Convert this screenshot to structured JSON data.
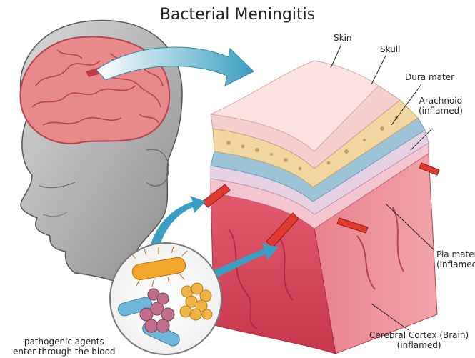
{
  "title": "Bacterial Meningitis",
  "labels": {
    "skin": "Skin",
    "skull": "Skull",
    "dura": "Dura mater",
    "arachnoid": [
      "Arachnoid",
      "(inflamed)"
    ],
    "pia": [
      "Pia mater",
      "(inflamed)"
    ],
    "cortex": [
      "Cerebral Cortex (Brain)",
      "(inflamed)"
    ],
    "pathogens": [
      "pathogenic agents",
      "enter through the blood"
    ]
  },
  "colors": {
    "brain": "#e98a8a",
    "brain_dark": "#b8434f",
    "tissue": "#d8465a",
    "vessel": "#e03a2e",
    "skin": "#f6cfcf",
    "skull": "#f2d7a0",
    "dura": "#9dc3d6",
    "arrow": "#3a9fc2"
  }
}
